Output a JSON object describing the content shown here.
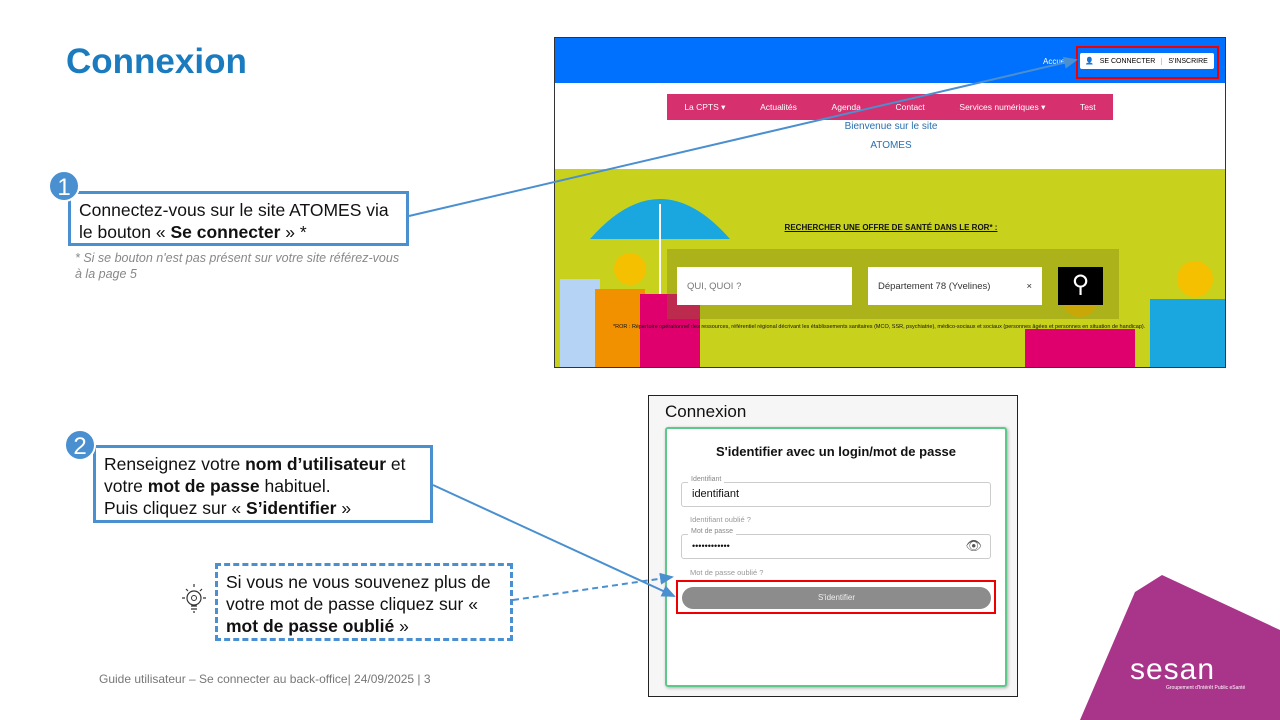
{
  "slide": {
    "title": "Connexion",
    "footer": "Guide utilisateur – Se connecter au back-office| 24/09/2025  |  3"
  },
  "step1": {
    "number": "1",
    "text_a": "Connectez-vous sur le site ATOMES via le bouton « ",
    "bold": "Se connecter",
    "text_b": " » *",
    "note": "* Si se bouton n'est pas présent sur votre site référez-vous à la page 5"
  },
  "step2": {
    "number": "2",
    "t1": "Renseignez votre ",
    "b1": "nom d’utilisateur",
    "t2": " et votre ",
    "b2": "mot de passe",
    "t3": " habituel.",
    "t4": "Puis cliquez sur « ",
    "b3": "S’identifier",
    "t5": " »"
  },
  "tip": {
    "text": "Si vous ne vous souvenez plus de votre mot de passe cliquez sur « ",
    "bold": "mot de passe oublié",
    "end": " »"
  },
  "site": {
    "accueil": "Accueil",
    "login": "SE CONNECTER",
    "signup": "S'INSCRIRE",
    "nav": [
      "La CPTS ▾",
      "Actualités",
      "Agenda",
      "Contact",
      "Services numériques ▾",
      "Test"
    ],
    "welcome": "Bienvenue sur le site",
    "name": "ATOMES",
    "ror_title": "RECHERCHER UNE OFFRE DE SANTÉ DANS LE ROR* :",
    "search_placeholder": "QUI, QUOI ?",
    "location": "Département 78 (Yvelines)",
    "clear": "×",
    "ror_note": "*ROR : Répertoire opérationnel des ressources, référentiel régional décrivant les établissements sanitaires (MCO, SSR, psychiatrie), médico-sociaux et sociaux (personnes âgées et personnes en situation de handicap)."
  },
  "login": {
    "header": "Connexion",
    "title": "S'identifier avec un login/mot de passe",
    "id_label": "Identifiant",
    "id_value": "identifiant",
    "id_forgot": "Identifiant oublié ?",
    "pw_label": "Mot de passe",
    "pw_value": "••••••••••••",
    "pw_forgot": "Mot de passe oublié ?",
    "submit": "S'identifier"
  },
  "logo": {
    "name": "sesan",
    "tagline": "Groupement d'Intérêt Public eSanté"
  },
  "colors": {
    "accent": "#4a8fcf",
    "brand": "#a8358a",
    "highlight": "#e00000"
  }
}
